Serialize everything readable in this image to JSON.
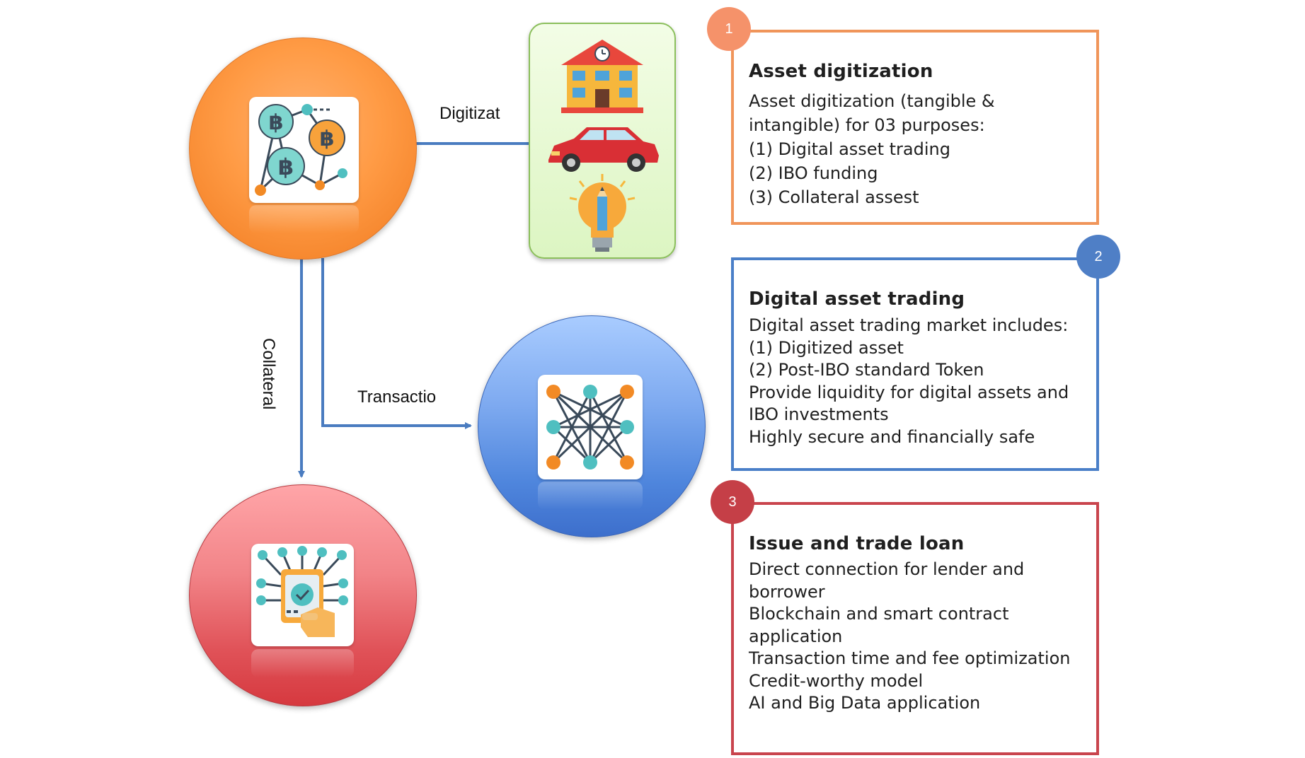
{
  "nodes": {
    "digital_asset": {
      "icon": "bitcoin-network-icon"
    },
    "trading": {
      "icon": "neural-network-icon"
    },
    "loan": {
      "icon": "smart-contract-hand-icon"
    }
  },
  "asset_types": [
    {
      "icon": "school-building-icon"
    },
    {
      "icon": "red-car-icon"
    },
    {
      "icon": "idea-lightbulb-icon"
    }
  ],
  "edges": {
    "digitize": "Digitizat",
    "transaction": "Transactio",
    "collateral": "Collateral"
  },
  "boxes": [
    {
      "number": "1",
      "title": "Asset digitization",
      "lines": [
        "Asset digitization (tangible &",
        "intangible) for 03 purposes:",
        "(1) Digital asset trading",
        "(2) IBO funding",
        "(3) Collateral assest"
      ],
      "color": "#f0955a"
    },
    {
      "number": "2",
      "title": "Digital asset trading",
      "lines": [
        "Digital asset trading market includes:",
        "(1) Digitized asset",
        "(2) Post-IBO standard Token",
        "Provide liquidity for digital assets and",
        "IBO investments",
        "Highly secure and financially safe"
      ],
      "color": "#4a7fc8"
    },
    {
      "number": "3",
      "title": "Issue and trade loan",
      "lines": [
        "Direct connection for lender and",
        "borrower",
        "Blockchain and smart contract",
        "application",
        "Transaction time and fee optimization",
        "Credit-worthy model",
        "AI and Big Data application"
      ],
      "color": "#c9444d"
    }
  ],
  "colors": {
    "orange_node": "#ff9b45",
    "blue_node": "#4f86dd",
    "red_node": "#e05258",
    "connector": "#4a7cc0"
  }
}
